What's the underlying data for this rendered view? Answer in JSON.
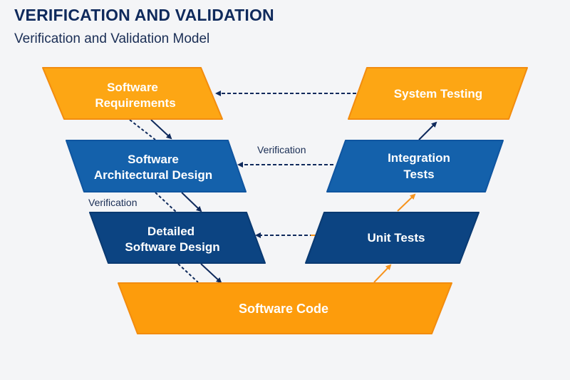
{
  "header": {
    "title": "VERIFICATION AND VALIDATION",
    "subtitle": "Verification and Validation Model"
  },
  "colors": {
    "orange": "#fda614",
    "orange_border": "#f28c0f",
    "blue_mid": "#1461ab",
    "blue_dark": "#0c4482",
    "arrow_navy": "#0f2a5c",
    "arrow_orange": "#f7941d",
    "text_dark": "#1a2e55"
  },
  "diagram": {
    "left_stages": [
      {
        "id": "software-requirements",
        "lines": [
          "Software",
          "Requirements"
        ]
      },
      {
        "id": "software-architectural-design",
        "lines": [
          "Software",
          "Architectural Design"
        ]
      },
      {
        "id": "detailed-software-design",
        "lines": [
          "Detailed",
          "Software Design"
        ]
      }
    ],
    "bottom_stage": {
      "id": "software-code",
      "lines": [
        "Software Code"
      ]
    },
    "right_stages": [
      {
        "id": "system-testing",
        "lines": [
          "System Testing"
        ]
      },
      {
        "id": "integration-tests",
        "lines": [
          "Integration",
          "Tests"
        ]
      },
      {
        "id": "unit-tests",
        "lines": [
          "Unit Tests"
        ]
      }
    ],
    "labels": {
      "verification_middle": "Verification",
      "verification_left": "Verification"
    }
  }
}
